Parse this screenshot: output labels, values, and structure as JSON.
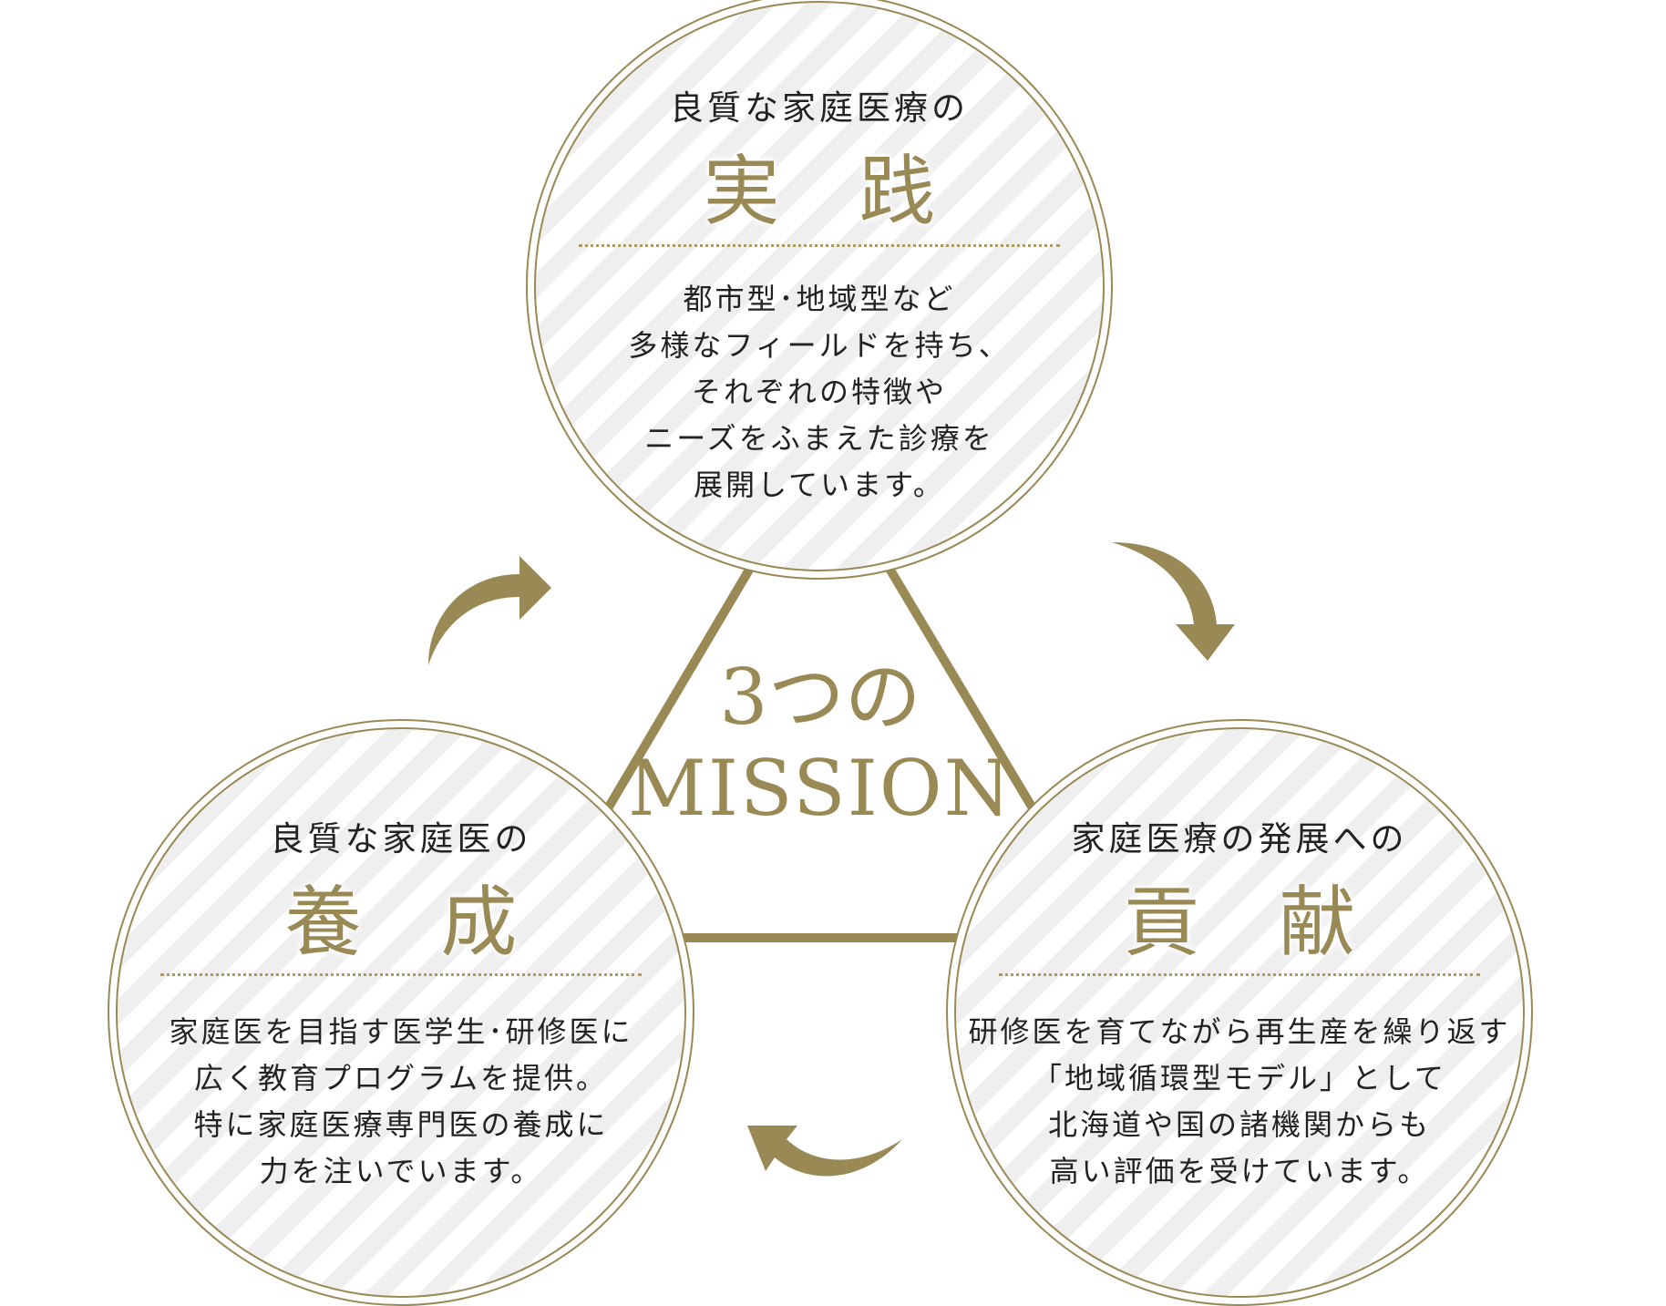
{
  "colors": {
    "gold": "#988955",
    "stripe": "#efefef",
    "text": "#222222"
  },
  "center": {
    "line1": "3つの",
    "line2": "MISSION"
  },
  "missions": [
    {
      "subtitle": "良質な家庭医療の",
      "keyword": "実 践",
      "body": [
        "都市型･地域型など",
        "多様なフィールドを持ち、",
        "それぞれの特徴や",
        "ニーズをふまえた診療を",
        "展開しています。"
      ]
    },
    {
      "subtitle": "良質な家庭医の",
      "keyword": "養 成",
      "body": [
        "家庭医を目指す医学生･研修医に",
        "広く教育プログラムを提供。",
        "特に家庭医療専門医の養成に",
        "力を注いでいます。"
      ]
    },
    {
      "subtitle": "家庭医療の発展への",
      "keyword": "貢 献",
      "body": [
        "研修医を育てながら再生産を繰り返す",
        "「地域循環型モデル」として",
        "北海道や国の諸機関からも",
        "高い評価を受けています。"
      ]
    }
  ]
}
